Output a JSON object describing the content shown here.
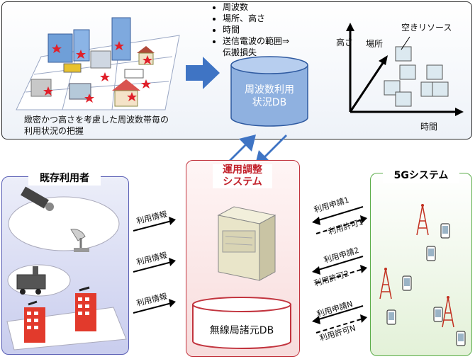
{
  "top_panel": {
    "caption_line1": "緻密かつ高さを考慮した周波数帯毎の",
    "caption_line2": "利用状況の把握",
    "bullets": [
      "周波数",
      "場所、高さ",
      "時間",
      "送信電波の範囲⇒",
      "伝搬損失"
    ],
    "db_line1": "周波数利用",
    "db_line2": "状況DB",
    "axis_height": "高さ",
    "axis_place": "場所",
    "axis_time": "時間",
    "free_resource": "空きリソース"
  },
  "left_panel": {
    "title": "既存利用者"
  },
  "mid_panel": {
    "title_line1": "運用調整",
    "title_line2": "システム",
    "db_label": "無線局諸元DB"
  },
  "right_panel": {
    "title": "5Gシステム"
  },
  "arrows_left": [
    "利用情報",
    "利用情報",
    "利用情報"
  ],
  "arrows_right": [
    {
      "request": "利用申請1",
      "permit": "利用許可1"
    },
    {
      "request": "利用申請2",
      "permit": "利用許可2"
    },
    {
      "request": "利用申請N",
      "permit": "利用許可N"
    }
  ],
  "colors": {
    "existing_border": "#5a5fb5",
    "system_border": "#c2343e",
    "fiveg_border": "#5cad4a",
    "db_blue": "#8fb1e0",
    "arrow_blue": "#3f74c4"
  }
}
